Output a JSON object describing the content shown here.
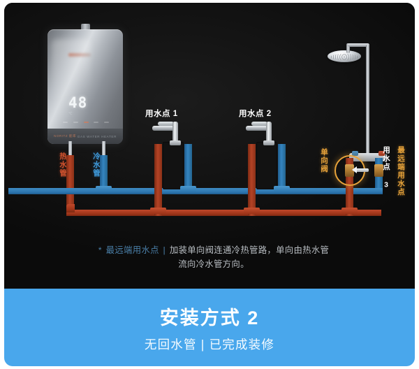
{
  "diagram": {
    "heater": {
      "display_temperature": "48",
      "display_unit": "℃",
      "brand_left": "NORITZ 能率",
      "brand_right": "GAS WATER HEATER"
    },
    "pipe_labels": {
      "hot": "热水管",
      "cold": "冷水管"
    },
    "fixtures": [
      {
        "label": "用水点 1",
        "icon": "faucet-icon"
      },
      {
        "label": "用水点 2",
        "icon": "faucet-icon"
      },
      {
        "label": "用水点 3",
        "icon": "shower-icon"
      }
    ],
    "valve_label": "单向阀",
    "farthest_point_label": "最远端用水点",
    "colors": {
      "hot_pipe": "#A33A20",
      "cold_pipe": "#2E7BB5",
      "accent_gold": "#E8A33A",
      "banner_blue": "#49A7EC",
      "panel_bg": "#0D0D0D"
    }
  },
  "footnote": {
    "star": "*",
    "highlight": "最远端用水点",
    "separator": "|",
    "line1": "加装单向阀连通冷热管路，单向由热水管",
    "line2": "流向冷水管方向。"
  },
  "banner": {
    "title": "安装方式 2",
    "subtitle": "无回水管 | 已完成装修"
  }
}
